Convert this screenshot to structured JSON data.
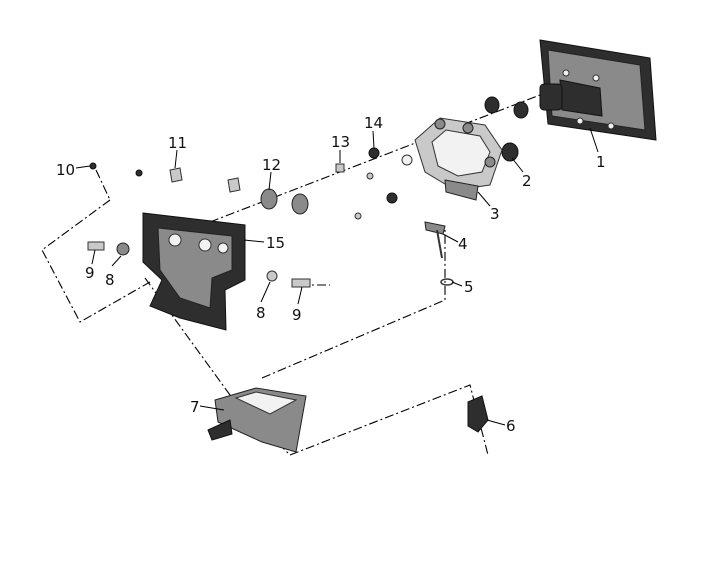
{
  "diagram": {
    "callouts": [
      {
        "id": "1",
        "label": "1"
      },
      {
        "id": "2",
        "label": "2"
      },
      {
        "id": "3",
        "label": "3"
      },
      {
        "id": "4",
        "label": "4"
      },
      {
        "id": "5",
        "label": "5"
      },
      {
        "id": "6",
        "label": "6"
      },
      {
        "id": "7",
        "label": "7"
      },
      {
        "id": "8a",
        "label": "8"
      },
      {
        "id": "8b",
        "label": "8"
      },
      {
        "id": "9a",
        "label": "9"
      },
      {
        "id": "9b",
        "label": "9"
      },
      {
        "id": "10",
        "label": "10"
      },
      {
        "id": "11",
        "label": "11"
      },
      {
        "id": "12",
        "label": "12"
      },
      {
        "id": "13",
        "label": "13"
      },
      {
        "id": "14",
        "label": "14"
      },
      {
        "id": "15",
        "label": "15"
      }
    ]
  }
}
